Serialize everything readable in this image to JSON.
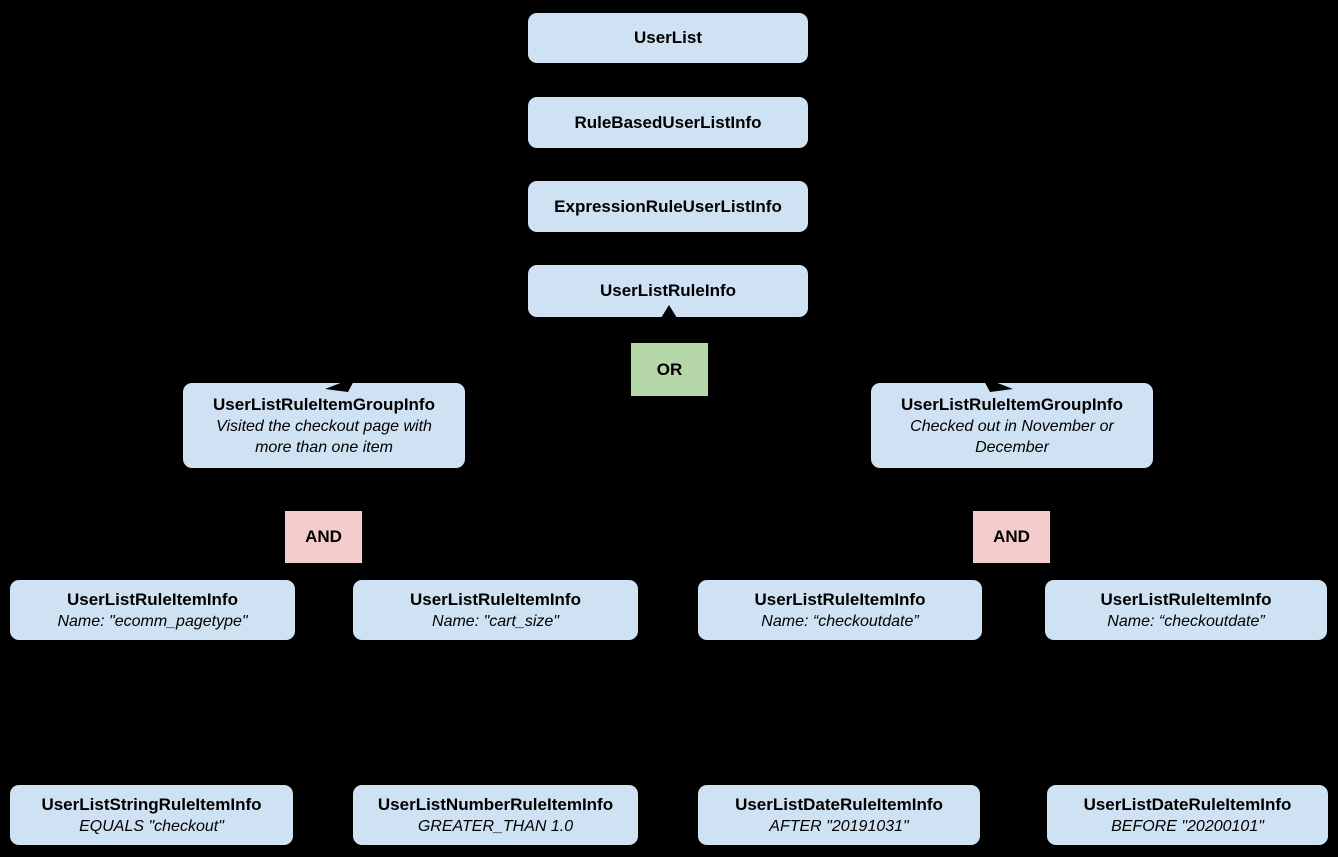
{
  "diagram": {
    "background": "#000000",
    "colors": {
      "node_fill": "#cfe2f3",
      "or_fill": "#b6d7a8",
      "and_fill": "#f4cccc",
      "text": "#000000"
    },
    "nodes": {
      "userList": {
        "label": "UserList"
      },
      "ruleBasedUserListInfo": {
        "label": "RuleBasedUserListInfo"
      },
      "expressionRuleUserListInfo": {
        "label": "ExpressionRuleUserListInfo"
      },
      "userListRuleInfo": {
        "label": "UserListRuleInfo"
      },
      "orOperator": {
        "label": "OR"
      },
      "groupLeft": {
        "label": "UserListRuleItemGroupInfo",
        "description": "Visited the checkout page with more than one item"
      },
      "groupRight": {
        "label": "UserListRuleItemGroupInfo",
        "description": "Checked out in November or December"
      },
      "andLeft": {
        "label": "AND"
      },
      "andRight": {
        "label": "AND"
      },
      "ruleItem1": {
        "label": "UserListRuleItemInfo",
        "description": "Name: \"ecomm_pagetype\""
      },
      "ruleItem2": {
        "label": "UserListRuleItemInfo",
        "description": "Name: \"cart_size\""
      },
      "ruleItem3": {
        "label": "UserListRuleItemInfo",
        "description": "Name: “checkoutdate”"
      },
      "ruleItem4": {
        "label": "UserListRuleItemInfo",
        "description": "Name: “checkoutdate”"
      },
      "leaf1": {
        "label": "UserListStringRuleItemInfo",
        "description": "EQUALS \"checkout\""
      },
      "leaf2": {
        "label": "UserListNumberRuleItemInfo",
        "description": "GREATER_THAN 1.0"
      },
      "leaf3": {
        "label": "UserListDateRuleItemInfo",
        "description": "AFTER \"20191031\""
      },
      "leaf4": {
        "label": "UserListDateRuleItemInfo",
        "description": "BEFORE \"20200101\""
      }
    }
  }
}
